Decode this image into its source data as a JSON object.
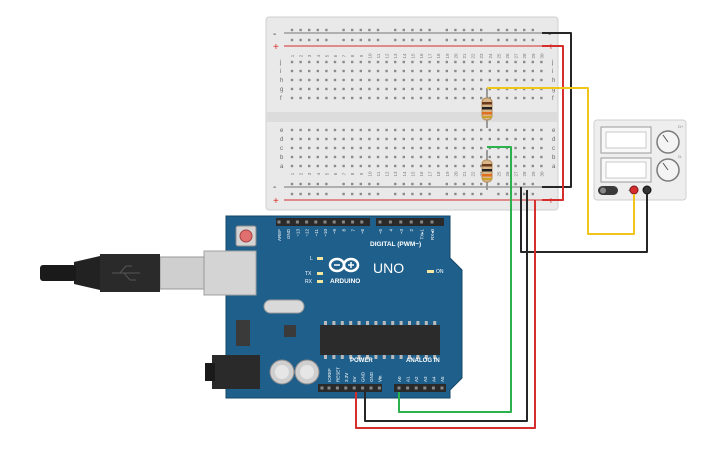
{
  "arduino": {
    "brand": "ARDUINO",
    "model": "UNO",
    "digital_header": "DIGITAL (PWM~)",
    "power_header": "POWER",
    "analog_header": "ANALOG IN",
    "on_label": "ON",
    "l_label": "L",
    "tx_label": "TX",
    "rx_label": "RX",
    "digital_pins": [
      "AREF",
      "GND",
      "~13",
      "~12",
      "~11",
      "~10",
      "~9",
      "8",
      "7",
      "~6",
      "~5",
      "4",
      "~3",
      "2",
      "TX▸1",
      "RX◂0"
    ],
    "power_pins": [
      "IOREF",
      "RESET",
      "3.3V",
      "5V",
      "GND",
      "GND",
      "Vin"
    ],
    "analog_pins": [
      "A0",
      "A1",
      "A2",
      "A3",
      "A4",
      "A5"
    ]
  },
  "breadboard": {
    "row_letters_top": [
      "j",
      "i",
      "h",
      "g",
      "f"
    ],
    "row_letters_bottom": [
      "e",
      "d",
      "c",
      "b",
      "a"
    ],
    "rail_minus": "-",
    "rail_plus": "+",
    "column_numbers": [
      "1",
      "2",
      "3",
      "4",
      "5",
      "6",
      "7",
      "8",
      "9",
      "10",
      "11",
      "12",
      "13",
      "14",
      "15",
      "16",
      "17",
      "18",
      "19",
      "20",
      "21",
      "22",
      "23",
      "24",
      "25",
      "26",
      "27",
      "28",
      "29",
      "30"
    ]
  },
  "power_supply": {
    "knob_labels": [
      "Ω+",
      "Ω-"
    ]
  },
  "colors": {
    "board_blue": "#1f5f8b",
    "wire_red": "#d62d2d",
    "wire_black": "#262626",
    "wire_green": "#2bb24c",
    "wire_yellow": "#f0c419"
  }
}
